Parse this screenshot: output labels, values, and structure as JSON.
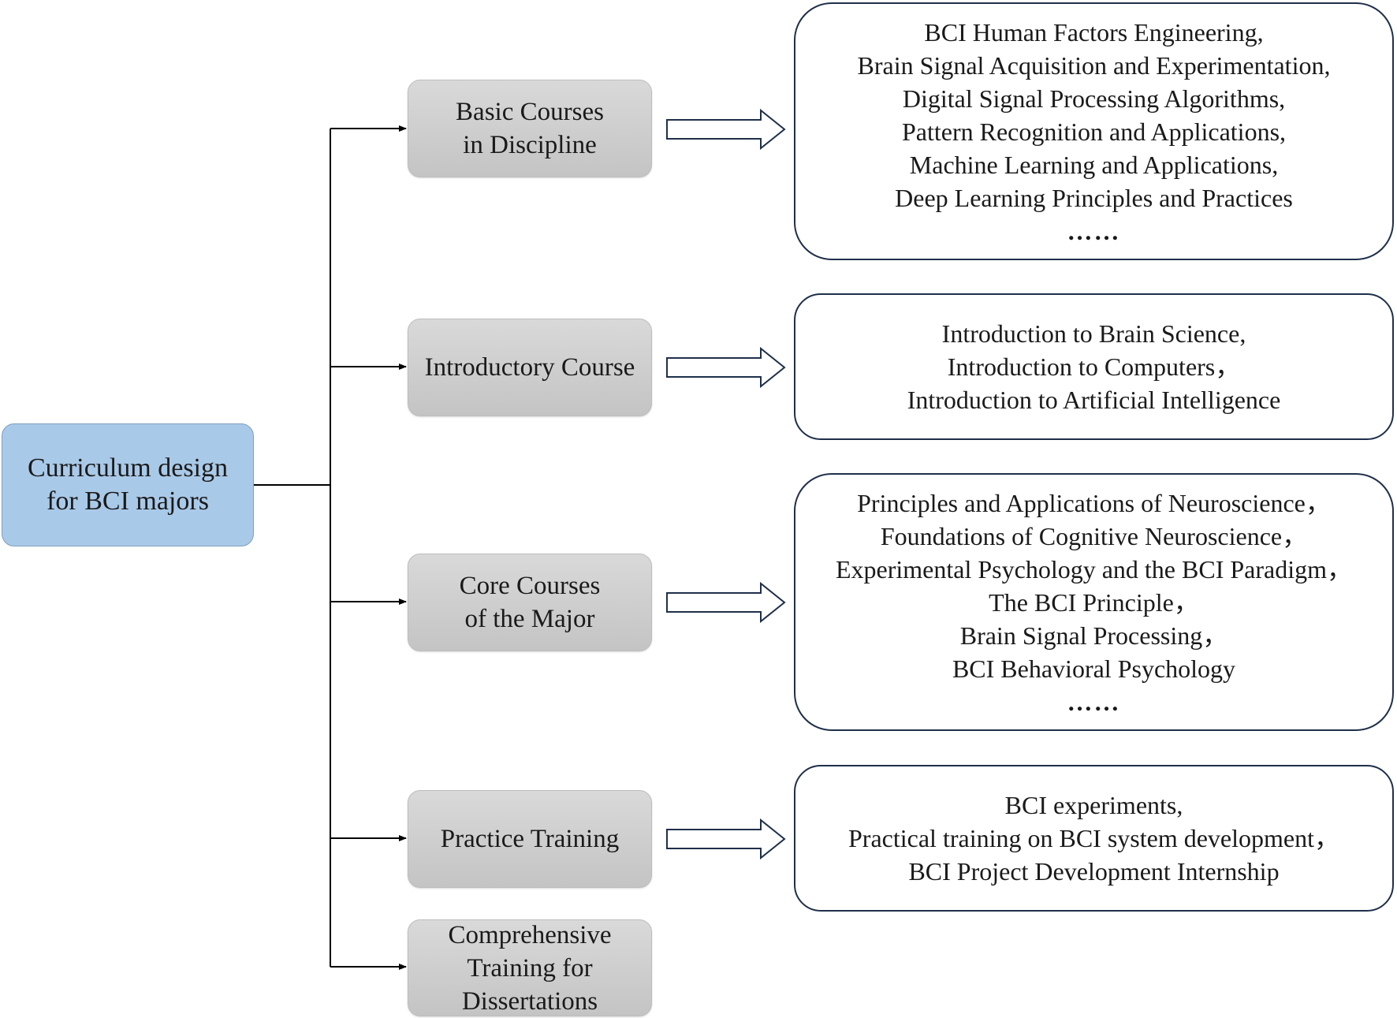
{
  "root": {
    "label_line1": "Curriculum design",
    "label_line2": "for BCI majors"
  },
  "categories": [
    {
      "id": "basic",
      "line1": "Basic Courses",
      "line2": "in Discipline"
    },
    {
      "id": "intro",
      "line1": "Introductory Course",
      "line2": ""
    },
    {
      "id": "core",
      "line1": "Core Courses",
      "line2": "of the Major"
    },
    {
      "id": "practice",
      "line1": "Practice Training",
      "line2": ""
    },
    {
      "id": "diss",
      "line1": "Comprehensive",
      "line2": "Training for",
      "line3": "Dissertations"
    }
  ],
  "details": {
    "basic": {
      "items": [
        "BCI Human Factors Engineering,",
        "Brain Signal Acquisition and Experimentation,",
        "Digital Signal Processing Algorithms,",
        "Pattern Recognition and Applications,",
        "Machine Learning and Applications,",
        "Deep Learning Principles and Practices"
      ],
      "ellipsis": "……"
    },
    "intro": {
      "items": [
        "Introduction to Brain Science,",
        "Introduction to Computers，",
        "Introduction to Artificial Intelligence"
      ]
    },
    "core": {
      "items": [
        "Principles and Applications of Neuroscience，",
        "Foundations of Cognitive Neuroscience，",
        "Experimental Psychology and the BCI Paradigm，",
        "The BCI Principle，",
        "Brain Signal Processing，",
        "BCI Behavioral Psychology"
      ],
      "ellipsis": "……"
    },
    "practice": {
      "items": [
        "BCI experiments,",
        "Practical training on BCI system development，",
        "BCI Project Development Internship"
      ]
    }
  },
  "colors": {
    "root_fill": "#a9c9e8",
    "category_fill": "#cfcfcf",
    "detail_border": "#1f2f4a",
    "connector": "#000000"
  }
}
